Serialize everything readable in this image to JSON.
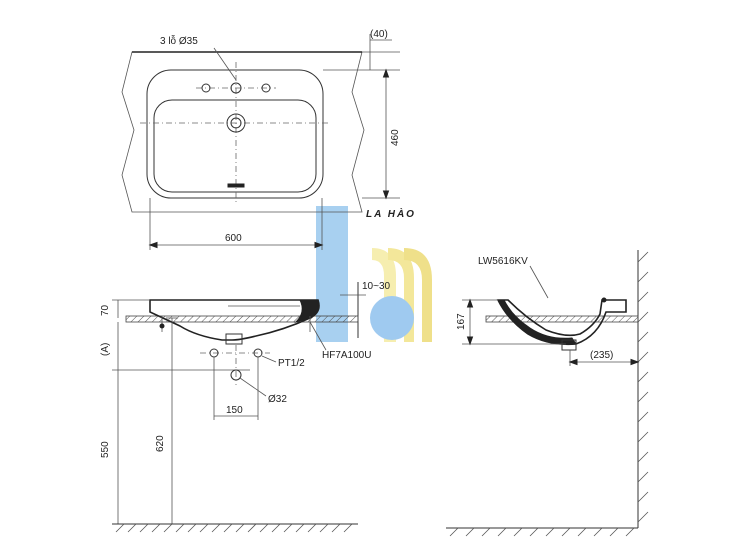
{
  "labels": {
    "holes": "3 lỗ Ø35",
    "offset_top": "(40)",
    "depth_460": "460",
    "width_600": "600",
    "gap_10_30": "10~30",
    "height_70": "70",
    "height_a": "(A)",
    "thread": "PT1/2",
    "trap_model": "HF7A100U",
    "spacing_150": "150",
    "drain_32": "Ø32",
    "height_550": "550",
    "height_620": "620",
    "side_model": "LW5616KV",
    "height_167": "167",
    "projection_235": "(235)"
  },
  "watermark": {
    "text": "LA HÀO",
    "colors": {
      "blue": "#3b8fd4",
      "light_blue": "#a8d0f0",
      "yellow": "#f3e79a"
    }
  }
}
